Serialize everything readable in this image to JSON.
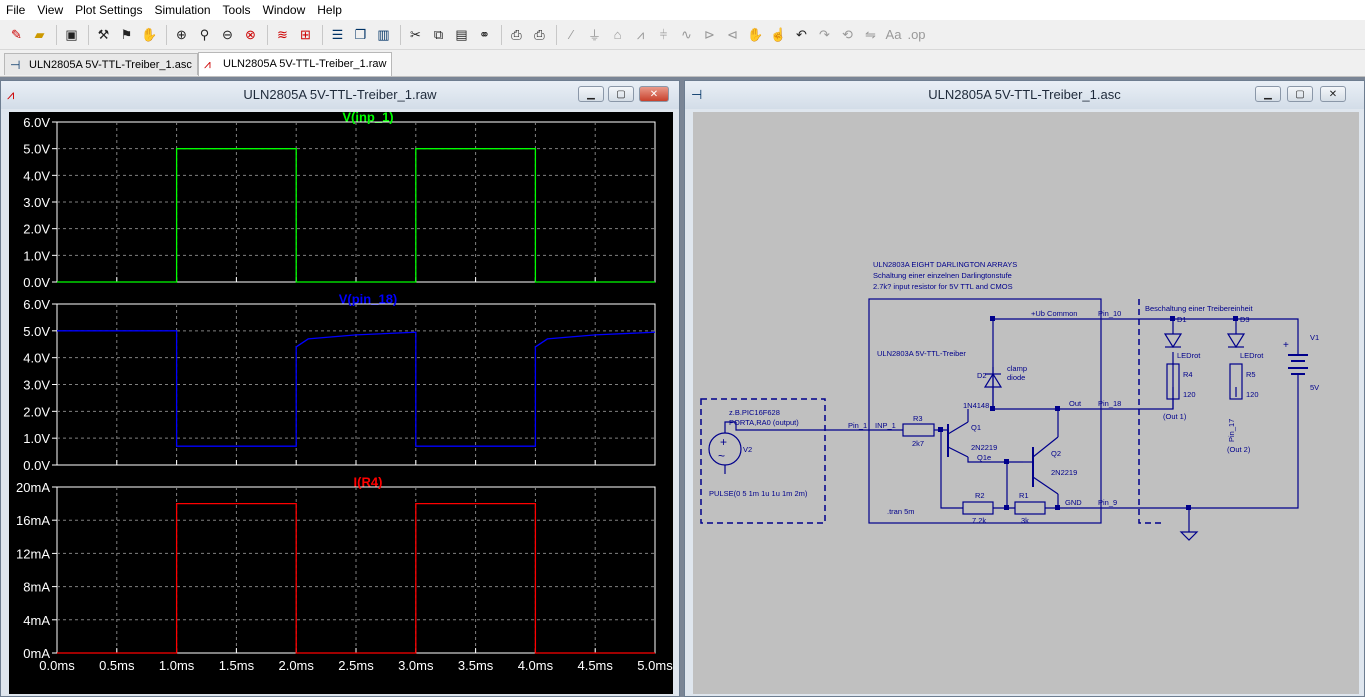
{
  "menu": [
    "File",
    "View",
    "Plot Settings",
    "Simulation",
    "Tools",
    "Window",
    "Help"
  ],
  "toolbar_icons": [
    "new-schematic-icon",
    "open-icon",
    "save-icon",
    "control-panel-icon",
    "run-icon",
    "halt-icon",
    "zoom-in-icon",
    "zoom-area-icon",
    "zoom-out-icon",
    "zoom-cancel-icon",
    "autorange-icon",
    "move-plot-icon",
    "tile-horizontal-icon",
    "cascade-icon",
    "tile-vertical-icon",
    "cut-icon",
    "copy-icon",
    "paste-icon",
    "find-icon",
    "print-setup-icon",
    "print-icon",
    "wire-icon",
    "ground-icon",
    "label-icon",
    "resistor-icon",
    "capacitor-icon",
    "inductor-icon",
    "diode-icon",
    "component-icon",
    "move-icon",
    "drag-icon",
    "undo-icon",
    "redo-icon",
    "rotate-icon",
    "mirror-icon",
    "text-icon",
    "spice-directive-icon"
  ],
  "tabs": [
    {
      "label": "ULN2805A 5V-TTL-Treiber_1.asc",
      "icon": "schematic-icon"
    },
    {
      "label": "ULN2805A 5V-TTL-Treiber_1.raw",
      "icon": "waveform-icon"
    }
  ],
  "plot_window": {
    "title": "ULN2805A 5V-TTL-Treiber_1.raw",
    "panes": [
      {
        "trace": "V(inp_1)",
        "color": "#00ff00",
        "ticks": [
          "6.0V",
          "5.0V",
          "4.0V",
          "3.0V",
          "2.0V",
          "1.0V",
          "0.0V"
        ]
      },
      {
        "trace": "V(pin_18)",
        "color": "#0000ff",
        "ticks": [
          "6.0V",
          "5.0V",
          "4.0V",
          "3.0V",
          "2.0V",
          "1.0V",
          "0.0V"
        ]
      },
      {
        "trace": "I(R4)",
        "color": "#ff0000",
        "ticks": [
          "20mA",
          "16mA",
          "12mA",
          "8mA",
          "4mA",
          "0mA"
        ]
      }
    ],
    "x_ticks": [
      "0.0ms",
      "0.5ms",
      "1.0ms",
      "1.5ms",
      "2.0ms",
      "2.5ms",
      "3.0ms",
      "3.5ms",
      "4.0ms",
      "4.5ms",
      "5.0ms"
    ]
  },
  "chart_data": {
    "type": "line",
    "x_unit": "ms",
    "xlim": [
      0,
      5
    ],
    "series": [
      {
        "name": "V(inp_1)",
        "ylim": [
          0,
          6
        ],
        "points": [
          [
            0,
            0
          ],
          [
            1,
            0
          ],
          [
            1,
            5
          ],
          [
            2,
            5
          ],
          [
            2,
            0
          ],
          [
            3,
            0
          ],
          [
            3,
            5
          ],
          [
            4,
            5
          ],
          [
            4,
            0
          ],
          [
            5,
            0
          ]
        ]
      },
      {
        "name": "V(pin_18)",
        "ylim": [
          0,
          6
        ],
        "points": [
          [
            0,
            5
          ],
          [
            1,
            5
          ],
          [
            1,
            0.7
          ],
          [
            2,
            0.7
          ],
          [
            2,
            4.4
          ],
          [
            2.1,
            4.7
          ],
          [
            2.5,
            4.85
          ],
          [
            3,
            4.95
          ],
          [
            3,
            0.7
          ],
          [
            4,
            0.7
          ],
          [
            4,
            4.4
          ],
          [
            4.1,
            4.7
          ],
          [
            4.5,
            4.85
          ],
          [
            5,
            4.95
          ]
        ]
      },
      {
        "name": "I(R4)",
        "ylim": [
          0,
          20
        ],
        "y_unit": "mA",
        "points": [
          [
            0,
            0
          ],
          [
            1,
            0
          ],
          [
            1,
            18
          ],
          [
            2,
            18
          ],
          [
            2,
            0
          ],
          [
            3,
            0
          ],
          [
            3,
            18
          ],
          [
            4,
            18
          ],
          [
            4,
            0
          ],
          [
            5,
            0
          ]
        ]
      }
    ]
  },
  "schematic_window": {
    "title": "ULN2805A 5V-TTL-Treiber_1.asc",
    "texts": {
      "title1": "ULN2803A EIGHT DARLINGTON ARRAYS",
      "title2": "Schaltung einer einzelnen Darlingtonstufe",
      "title3": "2.7k? input resistor for 5V TTL and CMOS",
      "ic_name": "ULN2803A 5V-TTL-Treiber",
      "ub_common": "+Ub  Common",
      "pin10": "Pin_10",
      "pin18": "Pin_18",
      "pin9": "Pin_9",
      "pin1": "Pin_1",
      "inp1": "INP_1",
      "out": "Out",
      "gnd": "GND",
      "d2": "D2",
      "clamp1": "clamp",
      "clamp2": "diode",
      "diode_model": "1N4148",
      "q1": "Q1",
      "q1_model": "2N2219",
      "q1e": "Q1e",
      "q2": "Q2",
      "q2_model": "2N2219",
      "r3": "R3",
      "r3_val": "2k7",
      "r2": "R2",
      "r2_val": "7.2k",
      "r1": "R1",
      "r1_val": "3k",
      "tran": ".tran 5m",
      "src1": "z.B.PIC16F628",
      "src2": "PORTA,RA0 (output)",
      "v2": "V2",
      "pulse": "PULSE(0 5 1m 1u 1u 1m 2m)",
      "besch": "Beschaltung einer Treibereinheit",
      "d1": "D1",
      "d3": "D3",
      "ledrot1": "LEDrot",
      "ledrot2": "LEDrot",
      "r4": "R4",
      "r4_val": "120",
      "r5": "R5",
      "r5_val": "120",
      "out1": "(Out 1)",
      "pin17": "Pin_17",
      "out2": "(Out 2)",
      "v1": "V1",
      "v1_val": "5V"
    }
  }
}
